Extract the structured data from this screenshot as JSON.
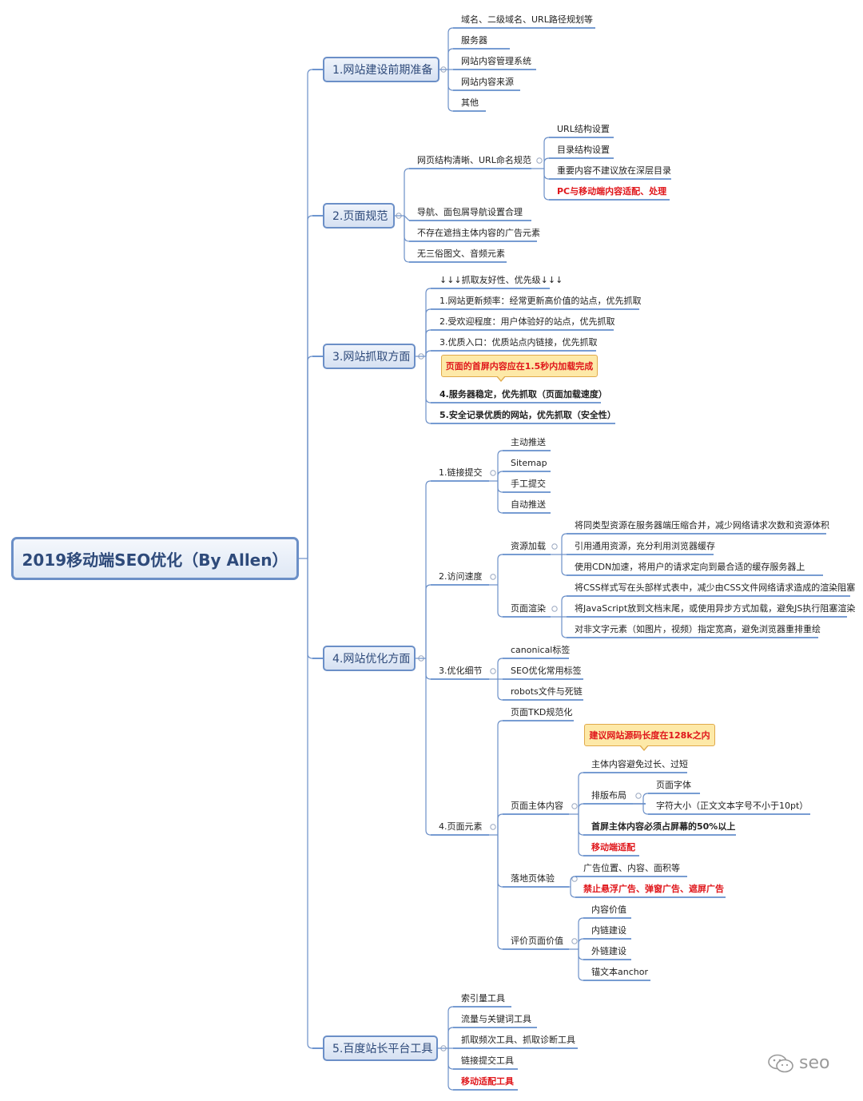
{
  "root": {
    "title": "2019移动端SEO优化（By Allen）"
  },
  "branches": [
    {
      "label": "1.网站建设前期准备",
      "items": [
        "域名、二级域名、URL路径规划等",
        "服务器",
        "网站内容管理系统",
        "网站内容来源",
        "其他"
      ]
    },
    {
      "label": "2.页面规范",
      "items": [
        {
          "label": "网页结构清晰、URL命名规范",
          "items": [
            "URL结构设置",
            "目录结构设置",
            "重要内容不建议放在深层目录",
            "PC与移动端内容适配、处理"
          ]
        },
        "导航、面包屑导航设置合理",
        "不存在遮挡主体内容的广告元素",
        "无三俗图文、音频元素"
      ]
    },
    {
      "label": "3.网站抓取方面",
      "header": "↓↓↓抓取友好性、优先级↓↓↓",
      "items": [
        "1.网站更新频率：经常更新高价值的站点，优先抓取",
        "2.受欢迎程度：用户体验好的站点，优先抓取",
        "3.优质入口：优质站点内链接，优先抓取",
        "4.服务器稳定，优先抓取（页面加载速度）",
        "5.安全记录优质的网站，优先抓取（安全性）"
      ],
      "callout": "页面的首屏内容应在1.5秒内加载完成"
    },
    {
      "label": "4.网站优化方面",
      "items": [
        {
          "label": "1.链接提交",
          "items": [
            "主动推送",
            "Sitemap",
            "手工提交",
            "自动推送"
          ]
        },
        {
          "label": "2.访问速度",
          "items": [
            {
              "label": "资源加载",
              "items": [
                "将同类型资源在服务器端压缩合并，减少网络请求次数和资源体积",
                "引用通用资源，充分利用浏览器缓存",
                "使用CDN加速，将用户的请求定向到最合适的缓存服务器上"
              ]
            },
            {
              "label": "页面渲染",
              "items": [
                "将CSS样式写在头部样式表中，减少由CSS文件网络请求造成的渲染阻塞",
                "将JavaScript放到文档末尾，或使用异步方式加载，避免JS执行阻塞渲染",
                "对非文字元素（如图片，视频）指定宽高，避免浏览器重排重绘"
              ]
            }
          ]
        },
        {
          "label": "3.优化细节",
          "items": [
            "canonical标签",
            "SEO优化常用标签",
            "robots文件与死链"
          ]
        },
        {
          "label": "4.页面元素",
          "items": [
            "页面TKD规范化",
            {
              "label": "页面主体内容",
              "callout": "建议网站源码长度在128k之内",
              "items": [
                "主体内容避免过长、过短",
                {
                  "label": "排版布局",
                  "items": [
                    "页面字体",
                    "字符大小（正文文本字号不小于10pt）"
                  ]
                },
                "首屏主体内容必须占屏幕的50%以上",
                "移动端适配"
              ]
            },
            {
              "label": "落地页体验",
              "items": [
                "广告位置、内容、面积等",
                "禁止悬浮广告、弹窗广告、遮屏广告"
              ]
            },
            {
              "label": "评价页面价值",
              "items": [
                "内容价值",
                "内链建设",
                "外链建设",
                "锚文本anchor"
              ]
            }
          ]
        }
      ]
    },
    {
      "label": "5.百度站长平台工具",
      "items": [
        "索引量工具",
        "流量与关键词工具",
        "抓取频次工具、抓取诊断工具",
        "链接提交工具",
        "移动适配工具"
      ]
    }
  ],
  "watermark": {
    "text": "seo",
    "icon": "wechat-icon"
  },
  "colors": {
    "line": "#6b8fc7",
    "underline": "#4a7bc4",
    "accent": "#e0161b",
    "callout_bg": "#fde9a8"
  }
}
